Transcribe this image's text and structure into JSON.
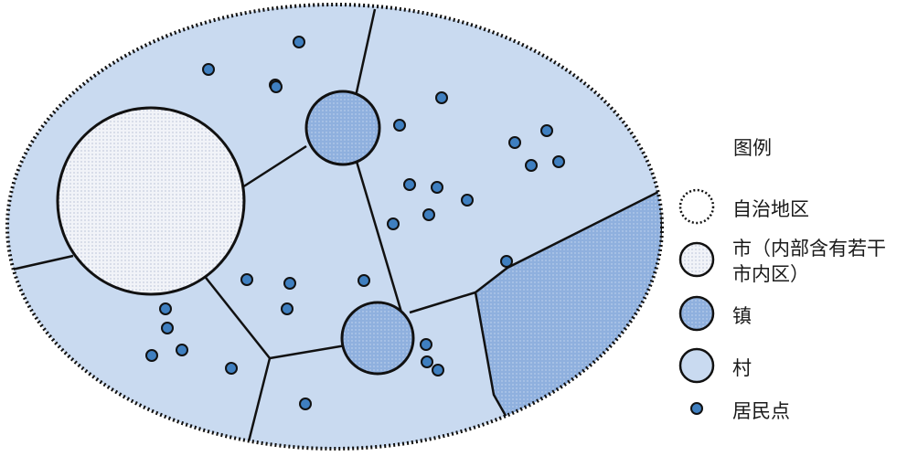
{
  "legend": {
    "title": "图例",
    "items": [
      {
        "key": "region",
        "label": "自治地区"
      },
      {
        "key": "city",
        "label": "市（内部含有若干",
        "label2": "市内区）"
      },
      {
        "key": "town",
        "label": "镇"
      },
      {
        "key": "village",
        "label": "村"
      },
      {
        "key": "settlement",
        "label": "居民点"
      }
    ]
  },
  "colors": {
    "region_fill": "#c9daf0",
    "city_fill": "#eef1f7",
    "town_fill": "#92b0dc",
    "village_fill": "#c9daf0",
    "settlement_dot": "#3f7fc0",
    "outline": "#111111"
  }
}
